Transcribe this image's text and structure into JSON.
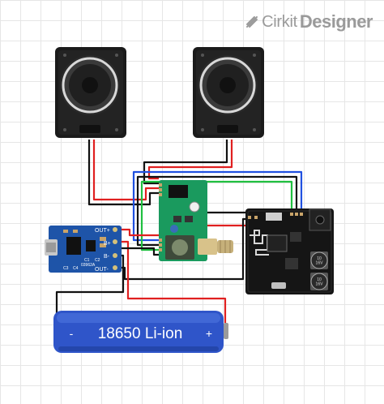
{
  "logo": {
    "brand_light": "Cirkit",
    "brand_bold": "Designer",
    "icon": "cirkit-logo-icon",
    "color": "#9a9a9a"
  },
  "battery": {
    "label": "18650 Li-ion",
    "minus": "-",
    "plus": "+",
    "color": "#2f55c9"
  },
  "charger": {
    "out_plus": "OUT+",
    "b_plus": "B+",
    "b_minus": "B-",
    "out_minus": "OUT-",
    "c1": "C1",
    "c2": "C2",
    "c3": "C3",
    "c4": "C4",
    "code": "03962A",
    "color": "#1e54a8"
  },
  "amplifier": {
    "color": "#1a9a5e"
  },
  "bluetooth": {
    "cap1": "10\n16V",
    "cap2": "10\n16V",
    "color": "#151515"
  },
  "wires": {
    "red": "#e02020",
    "black": "#111111",
    "blue": "#2050e0",
    "green": "#20c040"
  }
}
